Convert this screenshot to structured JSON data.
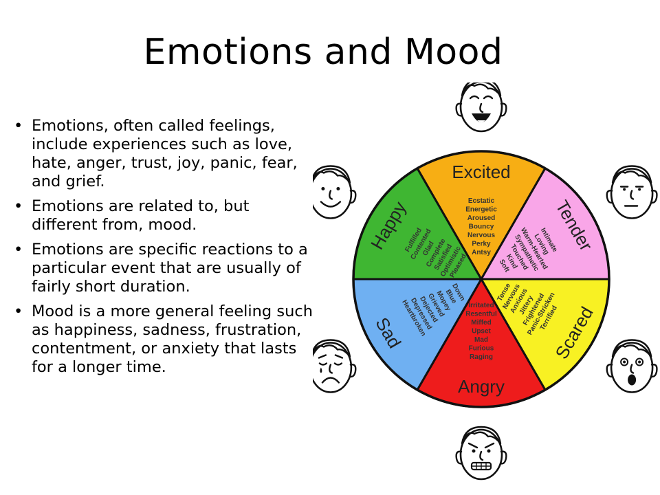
{
  "title": "Emotions and Mood",
  "bullets": [
    "Emotions, often called feelings, include experiences such as love, hate, anger, trust, joy, panic, fear, and grief.",
    "Emotions are related to, but different from, mood.",
    "Emotions are specific reactions to a particular event that are usually of fairly short duration.",
    "Mood is a more general feeling such as happiness, sadness, frustration, contentment, or anxiety that lasts for a longer time."
  ],
  "wheel": {
    "segments": [
      {
        "key": "excited",
        "label": "Excited",
        "color": "#f7ae14",
        "words": [
          "Ecstatic",
          "Energetic",
          "Aroused",
          "Bouncy",
          "Nervous",
          "Perky",
          "Antsy"
        ]
      },
      {
        "key": "tender",
        "label": "Tender",
        "color": "#f9a6e8",
        "words": [
          "Intimate",
          "Loving",
          "Warm-Hearted",
          "Sympathetic",
          "Touched",
          "Kind",
          "Soft"
        ]
      },
      {
        "key": "scared",
        "label": "Scared",
        "color": "#f8f123",
        "words": [
          "Tense",
          "Nervous",
          "Anxious",
          "Jittery",
          "Frightened",
          "Panic-Stricken",
          "Terrified"
        ]
      },
      {
        "key": "angry",
        "label": "Angry",
        "color": "#ee1c1c",
        "words": [
          "Irritated",
          "Resentful",
          "Miffed",
          "Upset",
          "Mad",
          "Furious",
          "Raging"
        ]
      },
      {
        "key": "sad",
        "label": "Sad",
        "color": "#6fb0f2",
        "words": [
          "Down",
          "Blue",
          "Mopey",
          "Grieved",
          "Dejected",
          "Depressed",
          "Heartbroken"
        ]
      },
      {
        "key": "happy",
        "label": "Happy",
        "color": "#3fb632",
        "words": [
          "Fulfilled",
          "Contented",
          "Glad",
          "Complete",
          "Satisfied",
          "Optimistic",
          "Pleased"
        ]
      }
    ],
    "faces": [
      {
        "key": "excited",
        "icon": "laughing-face-icon"
      },
      {
        "key": "tender",
        "icon": "calm-face-icon"
      },
      {
        "key": "scared",
        "icon": "scared-face-icon"
      },
      {
        "key": "angry",
        "icon": "angry-face-icon"
      },
      {
        "key": "sad",
        "icon": "crying-face-icon"
      },
      {
        "key": "happy",
        "icon": "smiling-face-icon"
      }
    ]
  }
}
